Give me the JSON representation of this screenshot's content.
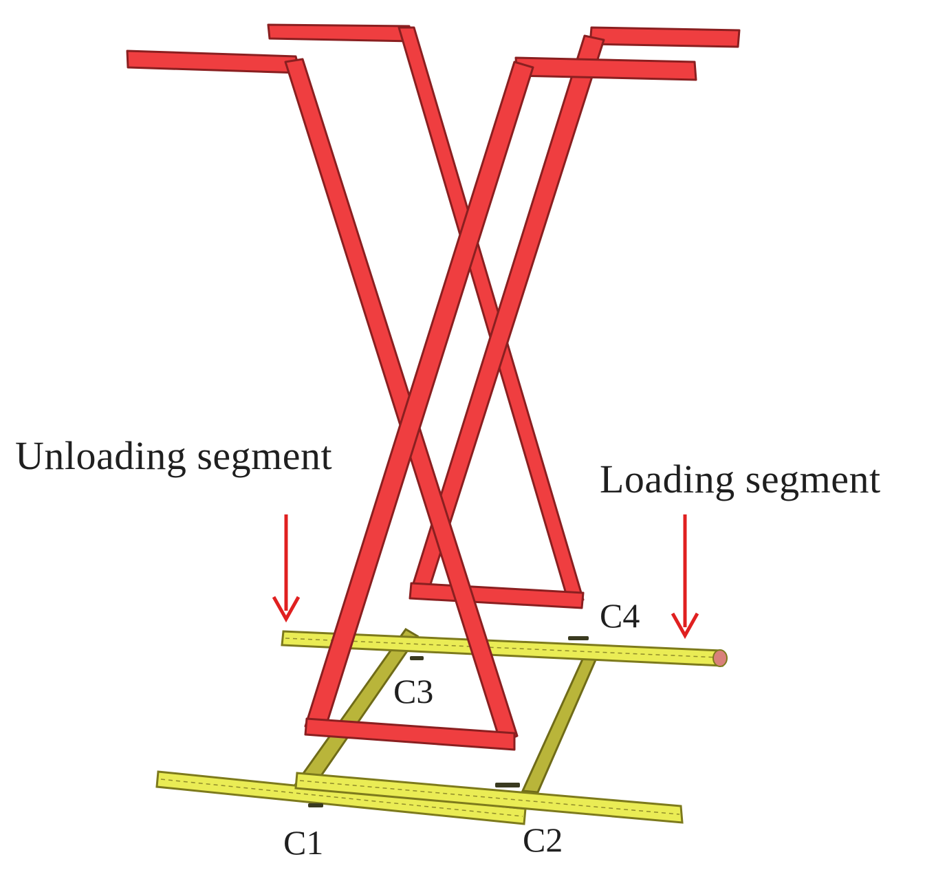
{
  "labels": {
    "unloading": "Unloading segment",
    "loading": "Loading segment",
    "c1": "C1",
    "c2": "C2",
    "c3": "C3",
    "c4": "C4"
  },
  "colors": {
    "background": "#ffffff",
    "red_frame": "#ef3e40",
    "red_edge": "#8a1f20",
    "yellow_bar": "#eaec55",
    "yellow_edge": "#7d7a1c",
    "olive_link": "#b9b53a",
    "arrow": "#e02020",
    "text": "#1f1f1f"
  },
  "icons": {
    "arrow_left": "down-arrow-icon",
    "arrow_right": "down-arrow-icon"
  }
}
